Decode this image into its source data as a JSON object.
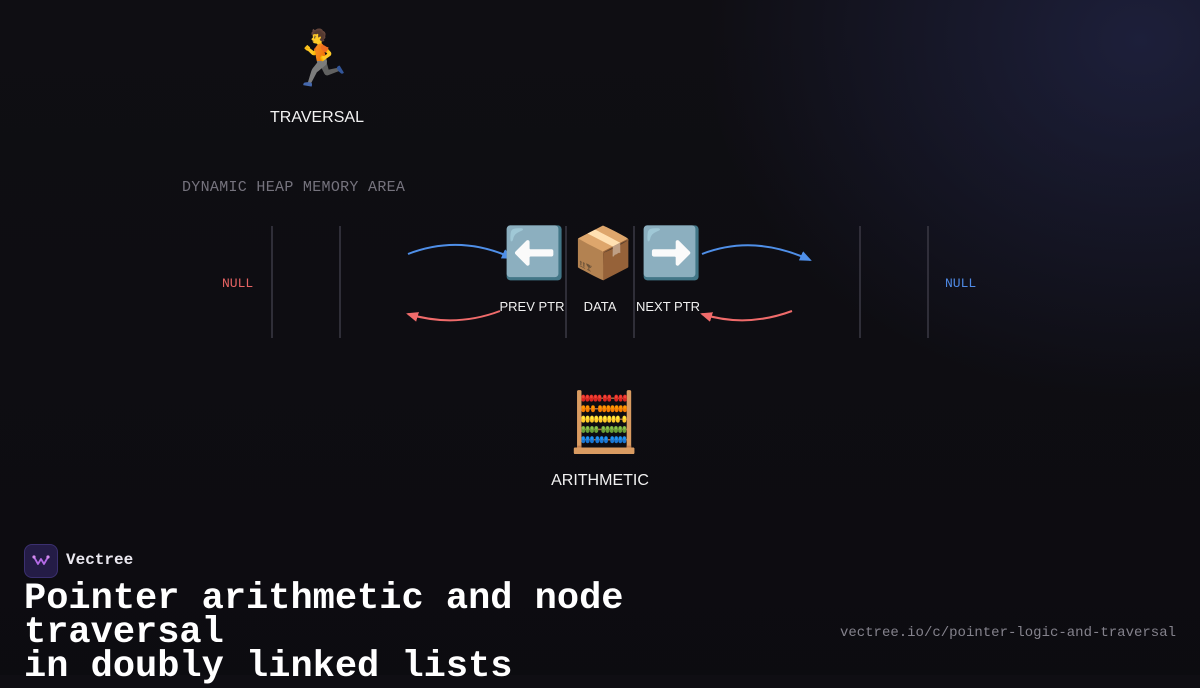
{
  "diagram": {
    "traversal": {
      "icon": "running-person-icon",
      "glyph": "🏃",
      "label": "TRAVERSAL"
    },
    "heap_label": "DYNAMIC HEAP MEMORY AREA",
    "null_left": "NULL",
    "null_right": "NULL",
    "node": {
      "prev": {
        "icon": "left-arrow-icon",
        "glyph": "⬅️",
        "label": "PREV PTR"
      },
      "data": {
        "icon": "package-icon",
        "glyph": "📦",
        "label": "DATA"
      },
      "next": {
        "icon": "right-arrow-icon",
        "glyph": "➡️",
        "label": "NEXT PTR"
      }
    },
    "arithmetic": {
      "icon": "abacus-icon",
      "glyph": "🧮",
      "label": "ARITHMETIC"
    },
    "colors": {
      "forward_link": "#4f8fe8",
      "backward_link": "#f06b6b",
      "divider": "#3a3944"
    }
  },
  "footer": {
    "brand": "Vectree",
    "title_line1": "Pointer arithmetic and node traversal",
    "title_line2": "in doubly linked lists",
    "url": "vectree.io/c/pointer-logic-and-traversal"
  }
}
